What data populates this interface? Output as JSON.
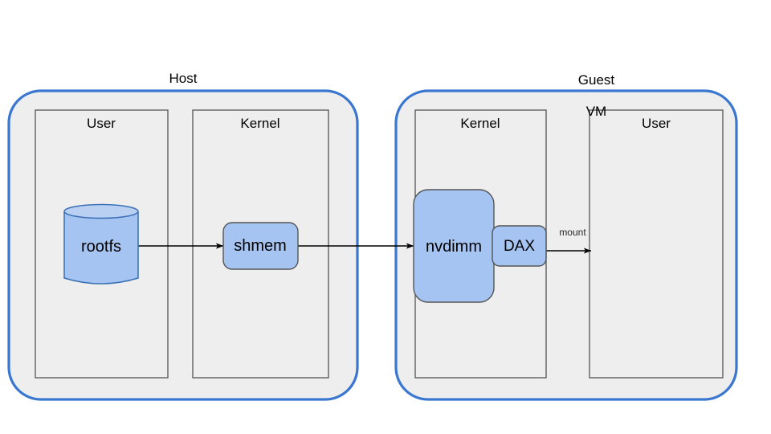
{
  "diagram": {
    "title_host": "Host",
    "title_guest_line1": "Guest",
    "title_guest_line2": "VM",
    "zones": [
      {
        "id": "host",
        "label": "Host",
        "panels": [
          {
            "id": "host-user",
            "label": "User"
          },
          {
            "id": "host-kernel",
            "label": "Kernel"
          }
        ]
      },
      {
        "id": "guest-vm",
        "label": "Guest VM",
        "panels": [
          {
            "id": "guest-kernel",
            "label": "Kernel"
          },
          {
            "id": "guest-user",
            "label": "User"
          }
        ]
      }
    ],
    "nodes": [
      {
        "id": "rootfs",
        "label": "rootfs",
        "shape": "cylinder",
        "zone": "host",
        "panel": "host-user"
      },
      {
        "id": "shmem",
        "label": "shmem",
        "shape": "rounded-rect",
        "zone": "host",
        "panel": "host-kernel"
      },
      {
        "id": "nvdimm",
        "label": "nvdimm",
        "shape": "rounded-rect",
        "zone": "guest-vm",
        "panel": "guest-kernel"
      },
      {
        "id": "dax",
        "label": "DAX",
        "shape": "rounded-rect",
        "zone": "guest-vm",
        "panel": "guest-kernel"
      }
    ],
    "edges": [
      {
        "id": "rootfs-to-shmem",
        "from": "rootfs",
        "to": "shmem",
        "label": ""
      },
      {
        "id": "shmem-to-nvdimm",
        "from": "shmem",
        "to": "nvdimm",
        "label": ""
      },
      {
        "id": "dax-to-guest-user",
        "from": "dax",
        "to": "guest-user",
        "label": "mount"
      }
    ],
    "colors": {
      "zone_border": "#3a77d0",
      "zone_fill": "#eeeeee",
      "panel_fill": "#eeeeee",
      "panel_border": "#555555",
      "node_fill": "#a5c4f2",
      "node_border": "#555555",
      "cylinder_top_fill": "#b9d0f2",
      "edge_stroke": "#000000",
      "page_background": "#ffffff"
    }
  }
}
